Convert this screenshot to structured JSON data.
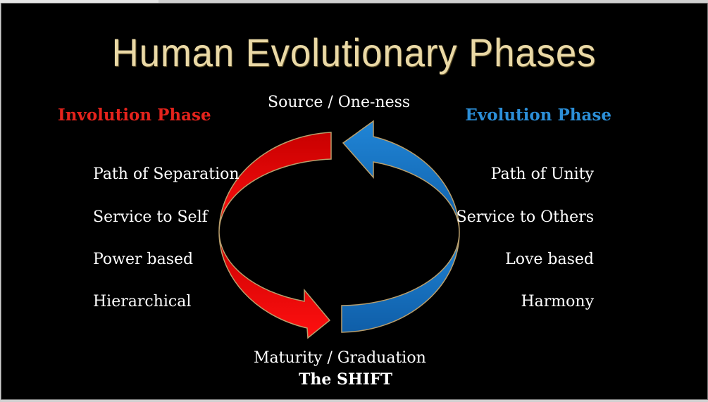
{
  "title": "Human Evolutionary Phases",
  "top_label": "Source / One-ness",
  "bottom_label": "Maturity / Graduation",
  "bottom_sublabel": "The SHIFT",
  "involution": {
    "heading": "Involution Phase",
    "color": "#e4231c",
    "items": [
      "Path of Separation",
      "Service to Self",
      "Power based",
      "Hierarchical"
    ]
  },
  "evolution": {
    "heading": "Evolution Phase",
    "color": "#2c8fd8",
    "items": [
      "Path of Unity",
      "Service to Others",
      "Love based",
      "Harmony"
    ]
  }
}
